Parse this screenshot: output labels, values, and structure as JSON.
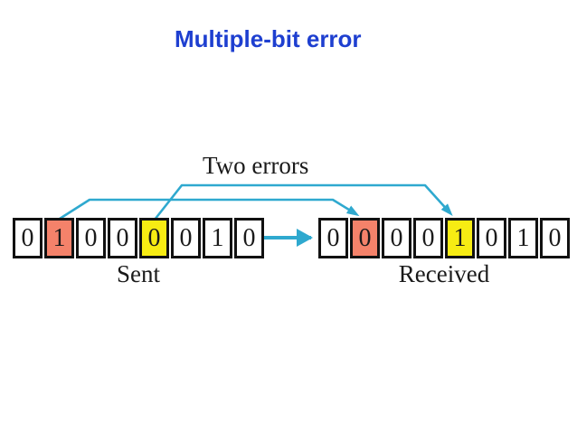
{
  "slide": {
    "title": "Multiple-bit error"
  },
  "diagram": {
    "annotation": "Two errors",
    "sent": {
      "label": "Sent",
      "bits": [
        "0",
        "1",
        "0",
        "0",
        "0",
        "0",
        "1",
        "0"
      ]
    },
    "received": {
      "label": "Received",
      "bits": [
        "0",
        "0",
        "0",
        "0",
        "1",
        "0",
        "1",
        "0"
      ]
    },
    "error_bit_positions": [
      1,
      4
    ],
    "colors": {
      "title_text": "#1e3fd0",
      "arrow": "#2fa9cf",
      "error_cell_1": "#f4826a",
      "error_cell_2": "#f7ec13",
      "cell_border": "#111111",
      "text": "#1a1a1a"
    }
  }
}
